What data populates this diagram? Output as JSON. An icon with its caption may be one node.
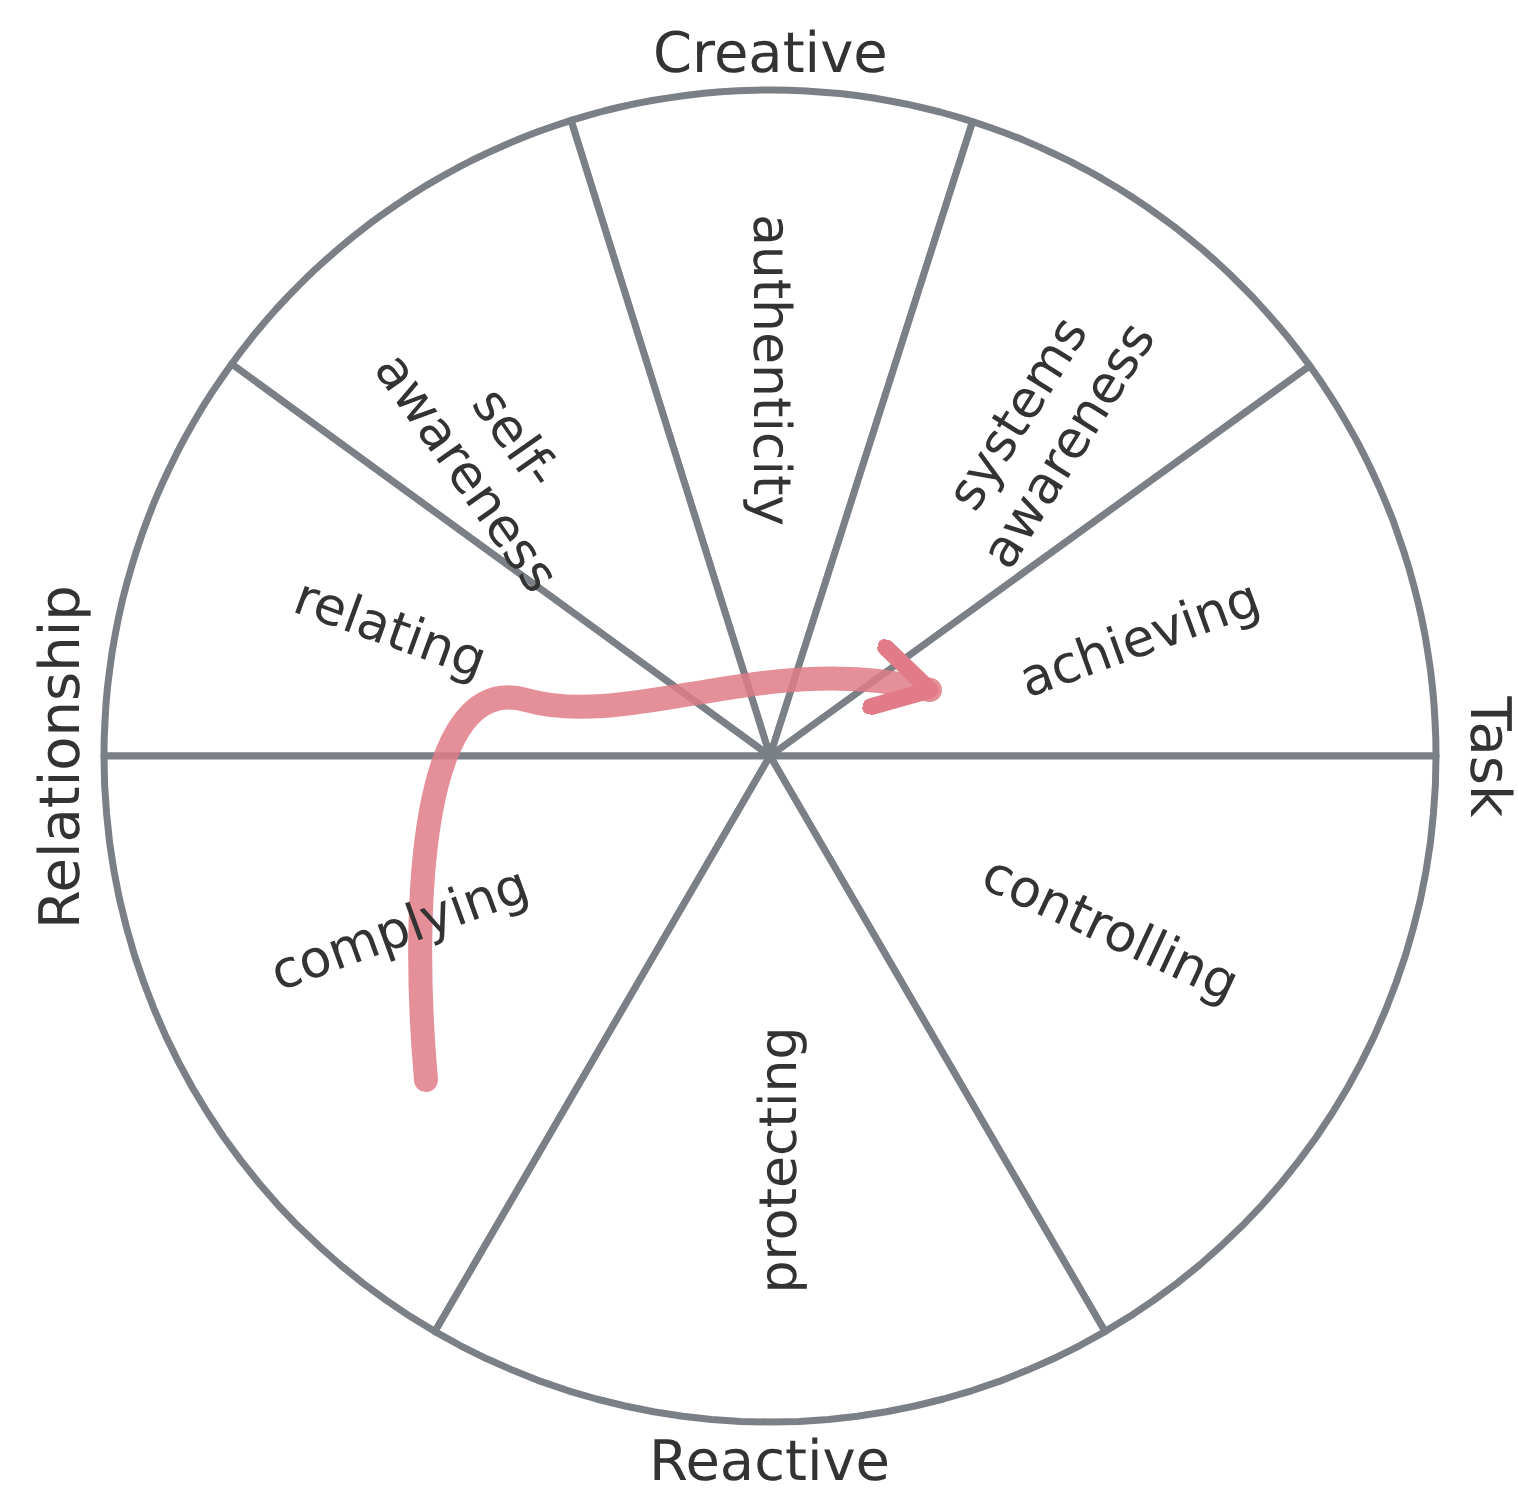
{
  "diagram": {
    "nodes": [
      {
        "text": [
          "authenticity"
        ]
      },
      {
        "text": [
          "self- awareness"
        ]
      },
      {
        "text": [
          "systems awareness"
        ]
      },
      {
        "text": [
          "relating"
        ]
      },
      {
        "text": [
          "achieving"
        ]
      },
      {
        "text": [
          "complying"
        ]
      },
      {
        "text": [
          "controlling"
        ]
      },
      {
        "text": [
          "protecting"
        ]
      }
    ],
    "edges": [
      {
        "from": 5,
        "to": 4,
        "arrow": "to"
      }
    ],
    "labels": [
      "Creative",
      "Relationship",
      "Task",
      "Reactive"
    ]
  }
}
